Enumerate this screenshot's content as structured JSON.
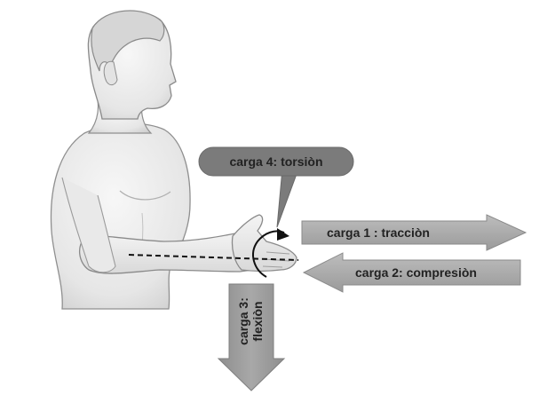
{
  "labels": {
    "torsion": "carga 4: torsiòn",
    "traccion": "carga 1 : tracciòn",
    "compresion": "carga 2: compresiòn",
    "flexion_line1": "carga 3:",
    "flexion_line2": "flexiòn"
  },
  "colors": {
    "arrow_fill": "#a9a9a9",
    "arrow_edge": "#8a8a8a",
    "callout_fill": "#7b7b7b",
    "text": "#222222",
    "skin": "#efefef",
    "skin_outline": "#8f8f8f",
    "axis_line": "#111111"
  },
  "icons": {
    "torsion_rotation": "curved-rotation-arrow-icon"
  }
}
